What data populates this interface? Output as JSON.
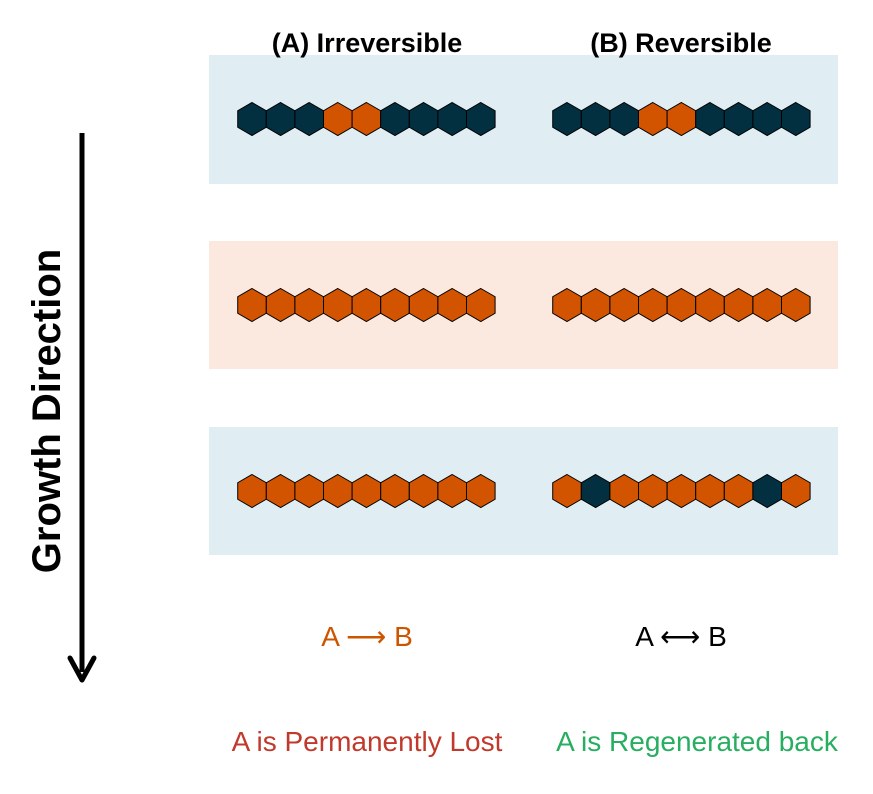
{
  "columns": [
    {
      "title": "(A) Irreversible",
      "equation": "A ⟶ B",
      "equation_color": "#cc5500",
      "caption": "A is Permanently Lost",
      "caption_color": "#c0392b",
      "rows": [
        [
          "B",
          "B",
          "B",
          "A",
          "A",
          "B",
          "B",
          "B",
          "B"
        ],
        [
          "A",
          "A",
          "A",
          "A",
          "A",
          "A",
          "A",
          "A",
          "A"
        ],
        [
          "A",
          "A",
          "A",
          "A",
          "A",
          "A",
          "A",
          "A",
          "A"
        ]
      ]
    },
    {
      "title": "(B) Reversible",
      "equation": "A ⟷ B",
      "equation_color": "#000000",
      "caption": "A is Regenerated back",
      "caption_color": "#27ae60",
      "rows": [
        [
          "B",
          "B",
          "B",
          "A",
          "A",
          "B",
          "B",
          "B",
          "B"
        ],
        [
          "A",
          "A",
          "A",
          "A",
          "A",
          "A",
          "A",
          "A",
          "A"
        ],
        [
          "A",
          "B",
          "A",
          "A",
          "A",
          "A",
          "A",
          "B",
          "A"
        ]
      ]
    }
  ],
  "axis_label": "Growth Direction",
  "colors": {
    "A": "#d35400",
    "B": "#023040",
    "row_bands": [
      "#e0eef3",
      "#fbe8df",
      "#e0eef3"
    ],
    "arrow": "#000000"
  }
}
